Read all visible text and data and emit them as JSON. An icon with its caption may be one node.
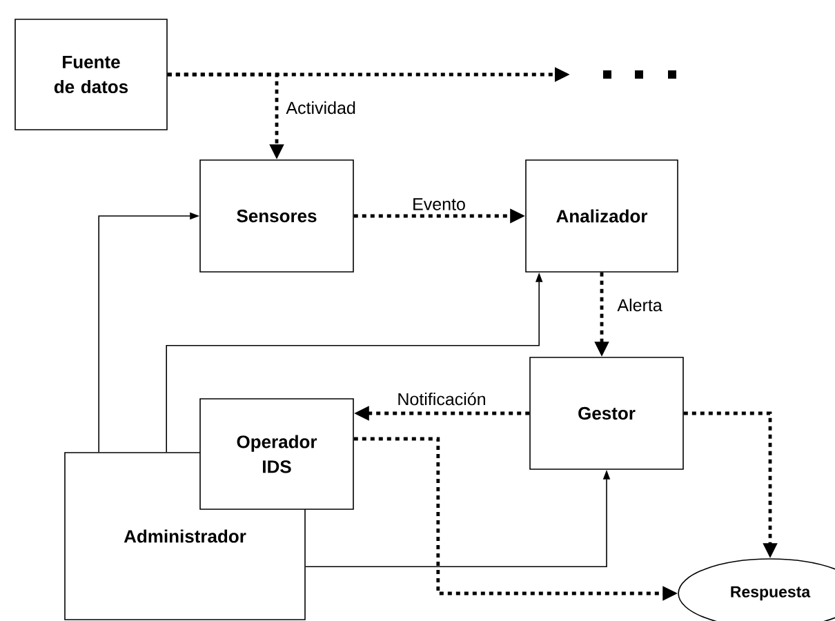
{
  "diagram": {
    "nodes": [
      {
        "text": [
          "Fuente de datos"
        ]
      },
      {
        "text": [
          "Sensores"
        ]
      },
      {
        "text": [
          "Analizador"
        ]
      },
      {
        "text": [
          "Gestor"
        ]
      },
      {
        "text": [
          "Administrador"
        ]
      },
      {
        "text": [
          "Operador IDS"
        ]
      },
      {
        "text": [
          "Respuesta"
        ]
      }
    ],
    "edges": [
      {
        "from": 0,
        "to": null,
        "arrow": "to",
        "style": "dashed"
      },
      {
        "from": 0,
        "to": 1,
        "arrow": "to",
        "style": "dashed",
        "label": "Actividad"
      },
      {
        "from": 1,
        "to": 2,
        "arrow": "to",
        "style": "dashed",
        "label": "Evento"
      },
      {
        "from": 2,
        "to": 3,
        "arrow": "to",
        "style": "dashed",
        "label": "Alerta"
      },
      {
        "from": 3,
        "to": 5,
        "arrow": "to",
        "style": "dashed",
        "label": "Notificación"
      },
      {
        "from": 3,
        "to": 6,
        "arrow": "to",
        "style": "dashed"
      },
      {
        "from": 5,
        "to": 6,
        "arrow": "to",
        "style": "dashed"
      },
      {
        "from": 4,
        "to": 1,
        "arrow": "to"
      },
      {
        "from": 4,
        "to": 2,
        "arrow": "to"
      },
      {
        "from": 4,
        "to": 3,
        "arrow": "to"
      }
    ]
  }
}
